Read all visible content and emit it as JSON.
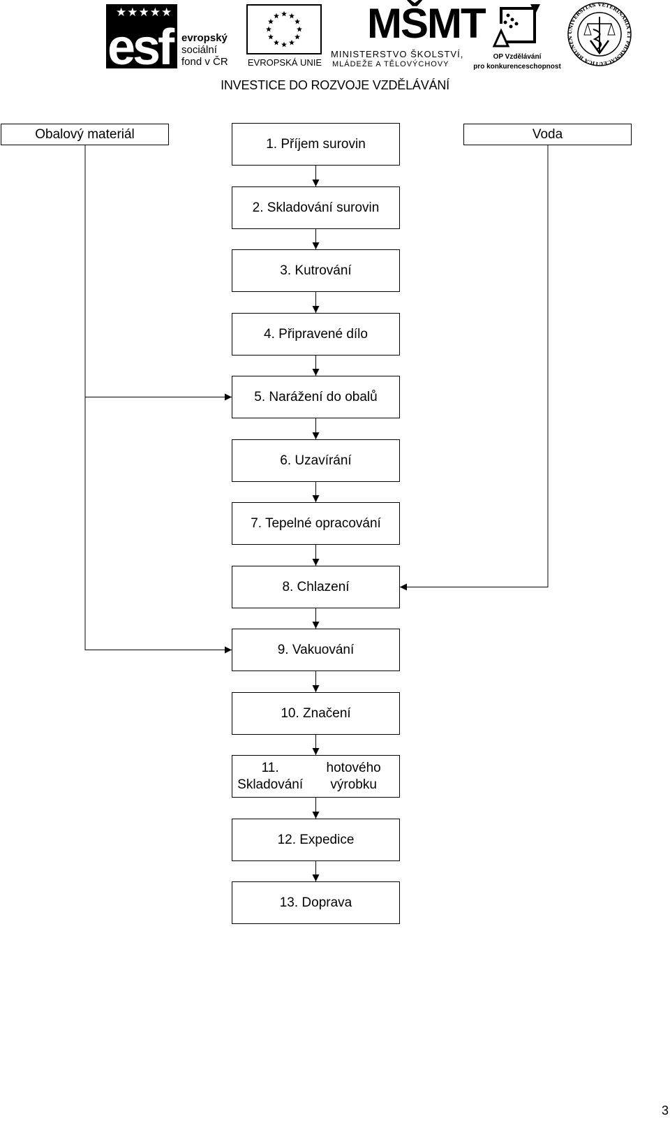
{
  "header": {
    "esf_lines": [
      "evropský",
      "sociální",
      "fond v ČR"
    ],
    "esf_mark": "esf",
    "eu_caption": "EVROPSKÁ UNIE",
    "msmt_mark": "MŠMT",
    "msmt_line1": "MINISTERSTVO ŠKOLSTVÍ,",
    "msmt_line2": "MLÁDEŽE A TĚLOVÝCHOVY",
    "op_line1": "OP Vzdělávání",
    "op_line2": "pro konkurenceschopnost",
    "invest_text": "INVESTICE DO ROZVOJE VZDĚLÁVÁNÍ",
    "vfu_seal": "UNIVERSITAS VETERINARIA ET PHARMACEUTICA BRUNENSIS"
  },
  "diagram": {
    "inputs": {
      "left": "Obalový materiál",
      "right": "Voda"
    },
    "steps": [
      "1. Příjem surovin",
      "2. Skladování surovin",
      "3. Kutrování",
      "4. Připravené dílo",
      "5. Narážení do obalů",
      "6. Uzavírání",
      "7. Tepelné opracování",
      "8. Chlazení",
      "9. Vakuování",
      "10. Značení",
      [
        "11. Skladování",
        "hotového výrobku"
      ],
      "12. Expedice",
      "13. Doprava"
    ],
    "links": [
      {
        "from": "left",
        "to_step": 5
      },
      {
        "from": "left",
        "to_step": 9
      },
      {
        "from": "right",
        "to_step": 8
      }
    ]
  },
  "page_number": "3"
}
